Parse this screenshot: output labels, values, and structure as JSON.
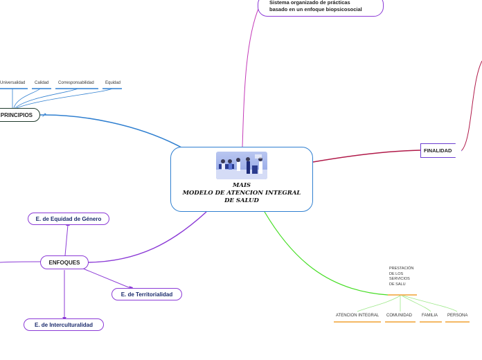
{
  "central": {
    "line1": "MAIS",
    "line2": "MODELO DE ATENCION INTEGRAL",
    "line3": "DE SALUD"
  },
  "system_node": {
    "line1": "Sistema organizado de prácticas",
    "line2": "basado en un enfoque biopsicosocial"
  },
  "finalidad": "FINALIDAD",
  "principios": {
    "label": "PRINCIPIOS",
    "link_icon": "external-link-icon",
    "children": [
      "Universalidad",
      "Calidad",
      "Corresponsabilidad",
      "Equidad"
    ]
  },
  "enfoques": {
    "label": "ENFOQUES",
    "children": [
      "E. de Equidad de Género",
      "E. de Territorialidad",
      "E. de Interculturalidad"
    ]
  },
  "prestacion": {
    "lines": [
      "PRESTACIÓN",
      "DE LOS",
      "SERVICIOS",
      "DE SALU"
    ],
    "children": [
      "ATENCION INTEGRAL",
      "COMUNIDAD",
      "FAMILIA",
      "PERSONA"
    ]
  },
  "colors": {
    "blue": "#2f7fd0",
    "purple": "#8b3ad6",
    "crimson": "#b01848",
    "green": "#44dd22",
    "orange": "#f0a030",
    "dark_green": "#1f3b2c",
    "navy": "#1a2a6c"
  }
}
